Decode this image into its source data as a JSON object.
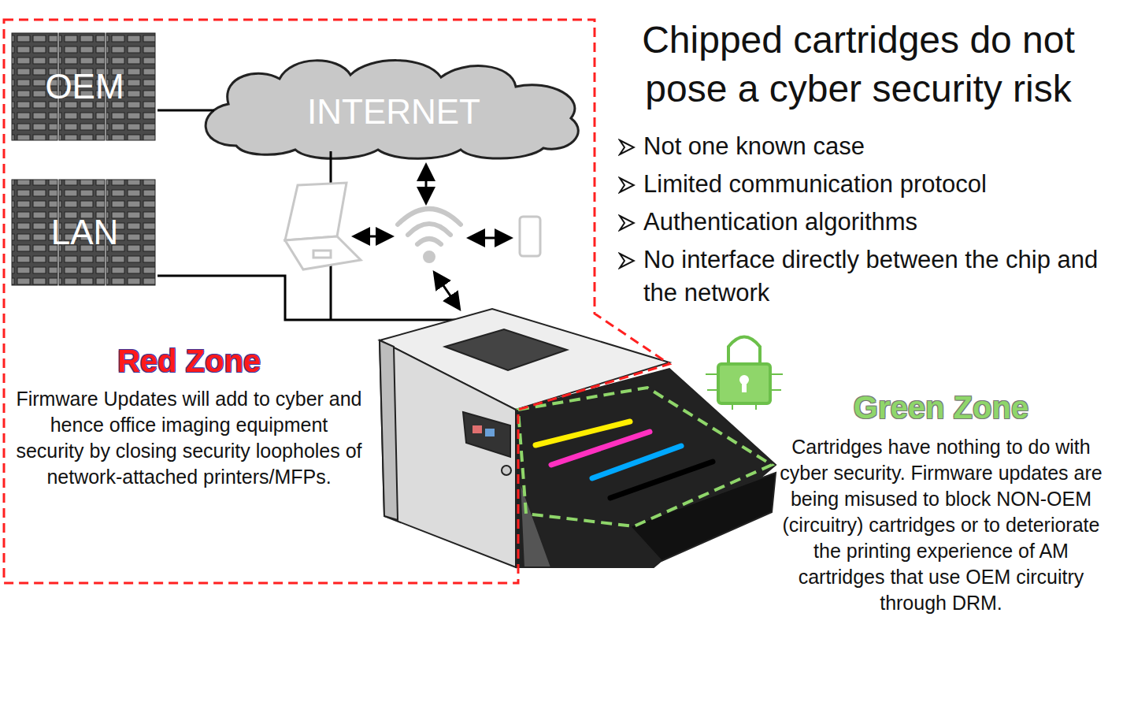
{
  "diagram": {
    "title": "Chipped cartridges do not pose a cyber security risk",
    "nodes": [
      {
        "text": [
          "Red Zone",
          "Firmware Updates will add to cyber and hence office imaging equipment security by closing security loopholes of network-attached printers/MFPs."
        ]
      },
      {
        "text": [
          "OEM"
        ],
        "in": 0
      },
      {
        "text": [
          "INTERNET"
        ],
        "in": 0
      },
      {
        "text": [
          "LAN"
        ],
        "in": 0
      },
      {
        "text": [
          "Green Zone",
          "Cartridges have nothing to do with cyber security. Firmware updates are being misused to block NON-OEM (circuitry) cartridges or to deteriorate the printing experience of AM cartridges that use OEM circuitry through DRM."
        ]
      }
    ],
    "edges": [
      {
        "from": 1,
        "to": 2,
        "arrow": "none"
      }
    ],
    "labels": [
      "Not one known case",
      "Limited communication protocol",
      "Authentication algorithms",
      "No interface directly between the chip and the network"
    ]
  }
}
